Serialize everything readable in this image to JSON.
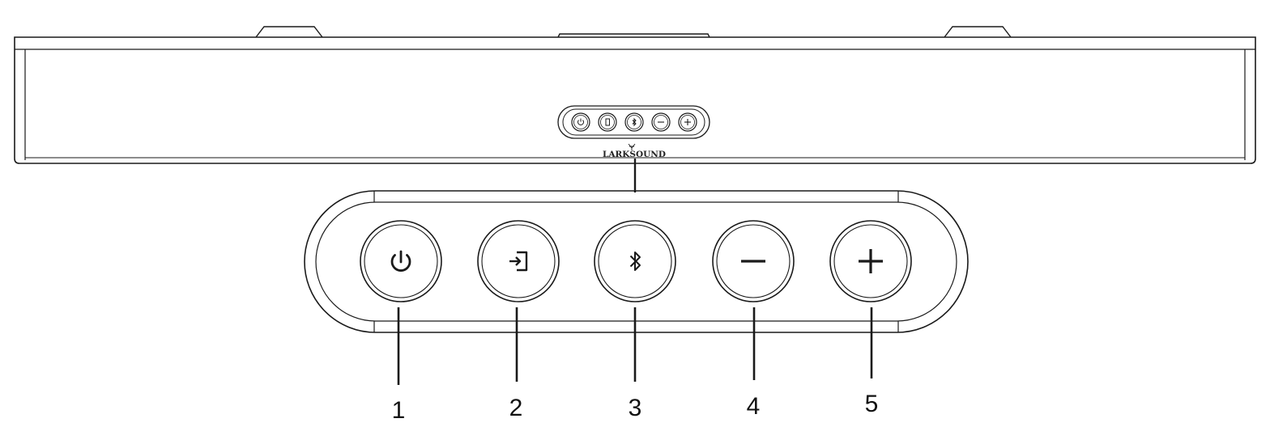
{
  "brand": {
    "logo_text": "LARKSOUND"
  },
  "buttons": [
    {
      "number": "1",
      "icon": "power-icon"
    },
    {
      "number": "2",
      "icon": "input-source-icon"
    },
    {
      "number": "3",
      "icon": "bluetooth-icon"
    },
    {
      "number": "4",
      "icon": "volume-down-icon"
    },
    {
      "number": "5",
      "icon": "volume-up-icon"
    }
  ],
  "colors": {
    "line": "#1a1a1a",
    "background": "#ffffff"
  }
}
